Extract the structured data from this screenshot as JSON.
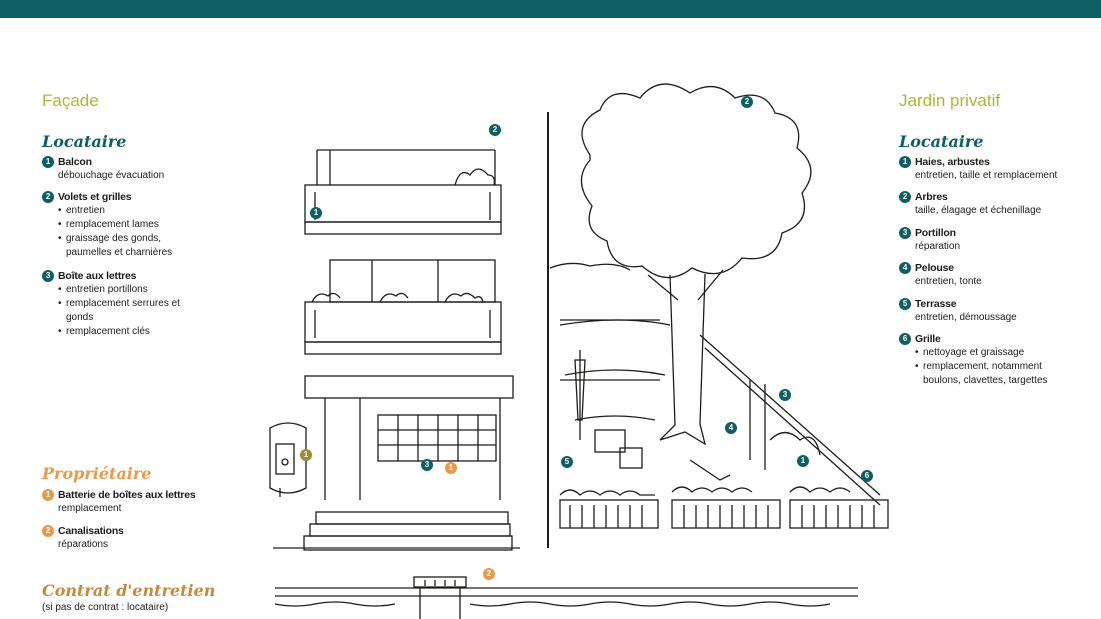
{
  "colors": {
    "teal": "#0e5f63",
    "green": "#a9b933",
    "orange": "#e89a4c",
    "olive": "#a0893a"
  },
  "facade": {
    "title": "Façade",
    "locataire": {
      "label": "Locataire",
      "items": [
        {
          "num": "1",
          "title": "Balcon",
          "desc": "débouchage évacuation"
        },
        {
          "num": "2",
          "title": "Volets et grilles",
          "bullets": [
            "entretien",
            "remplacement lames",
            "graissage des gonds, paumelles et charnières"
          ]
        },
        {
          "num": "3",
          "title": "Boîte aux lettres",
          "bullets": [
            "entretien portillons",
            "remplacement serrures et gonds",
            "remplacement clés"
          ]
        }
      ]
    },
    "proprietaire": {
      "label": "Propriétaire",
      "items": [
        {
          "num": "1",
          "title": "Batterie de boîtes aux lettres",
          "desc": "remplacement"
        },
        {
          "num": "2",
          "title": "Canalisations",
          "desc": "réparations"
        }
      ]
    },
    "contrat": {
      "label": "Contrat d'entretien",
      "note": "(si pas de contrat : locataire)"
    }
  },
  "jardin": {
    "title": "Jardin privatif",
    "locataire": {
      "label": "Locataire",
      "items": [
        {
          "num": "1",
          "title": "Haies, arbustes",
          "desc": "entretien, taille et remplacement"
        },
        {
          "num": "2",
          "title": "Arbres",
          "desc": "taille, élagage et échenillage"
        },
        {
          "num": "3",
          "title": "Portillon",
          "desc": "réparation"
        },
        {
          "num": "4",
          "title": "Pelouse",
          "desc": "entretien, tonte"
        },
        {
          "num": "5",
          "title": "Terrasse",
          "desc": "entretien, démoussage"
        },
        {
          "num": "6",
          "title": "Grille",
          "bullets": [
            "nettoyage et graissage",
            "remplacement, notamment boulons, clavettes, targettes"
          ]
        }
      ]
    }
  },
  "markers": {
    "balcon": "1",
    "volets": "2",
    "boite": "3",
    "batterie": "1",
    "contrat_meter": "1",
    "canal": "2",
    "arbre": "2",
    "portillon": "3",
    "pelouse": "4",
    "terrasse": "5",
    "haie": "1",
    "grille": "6"
  }
}
